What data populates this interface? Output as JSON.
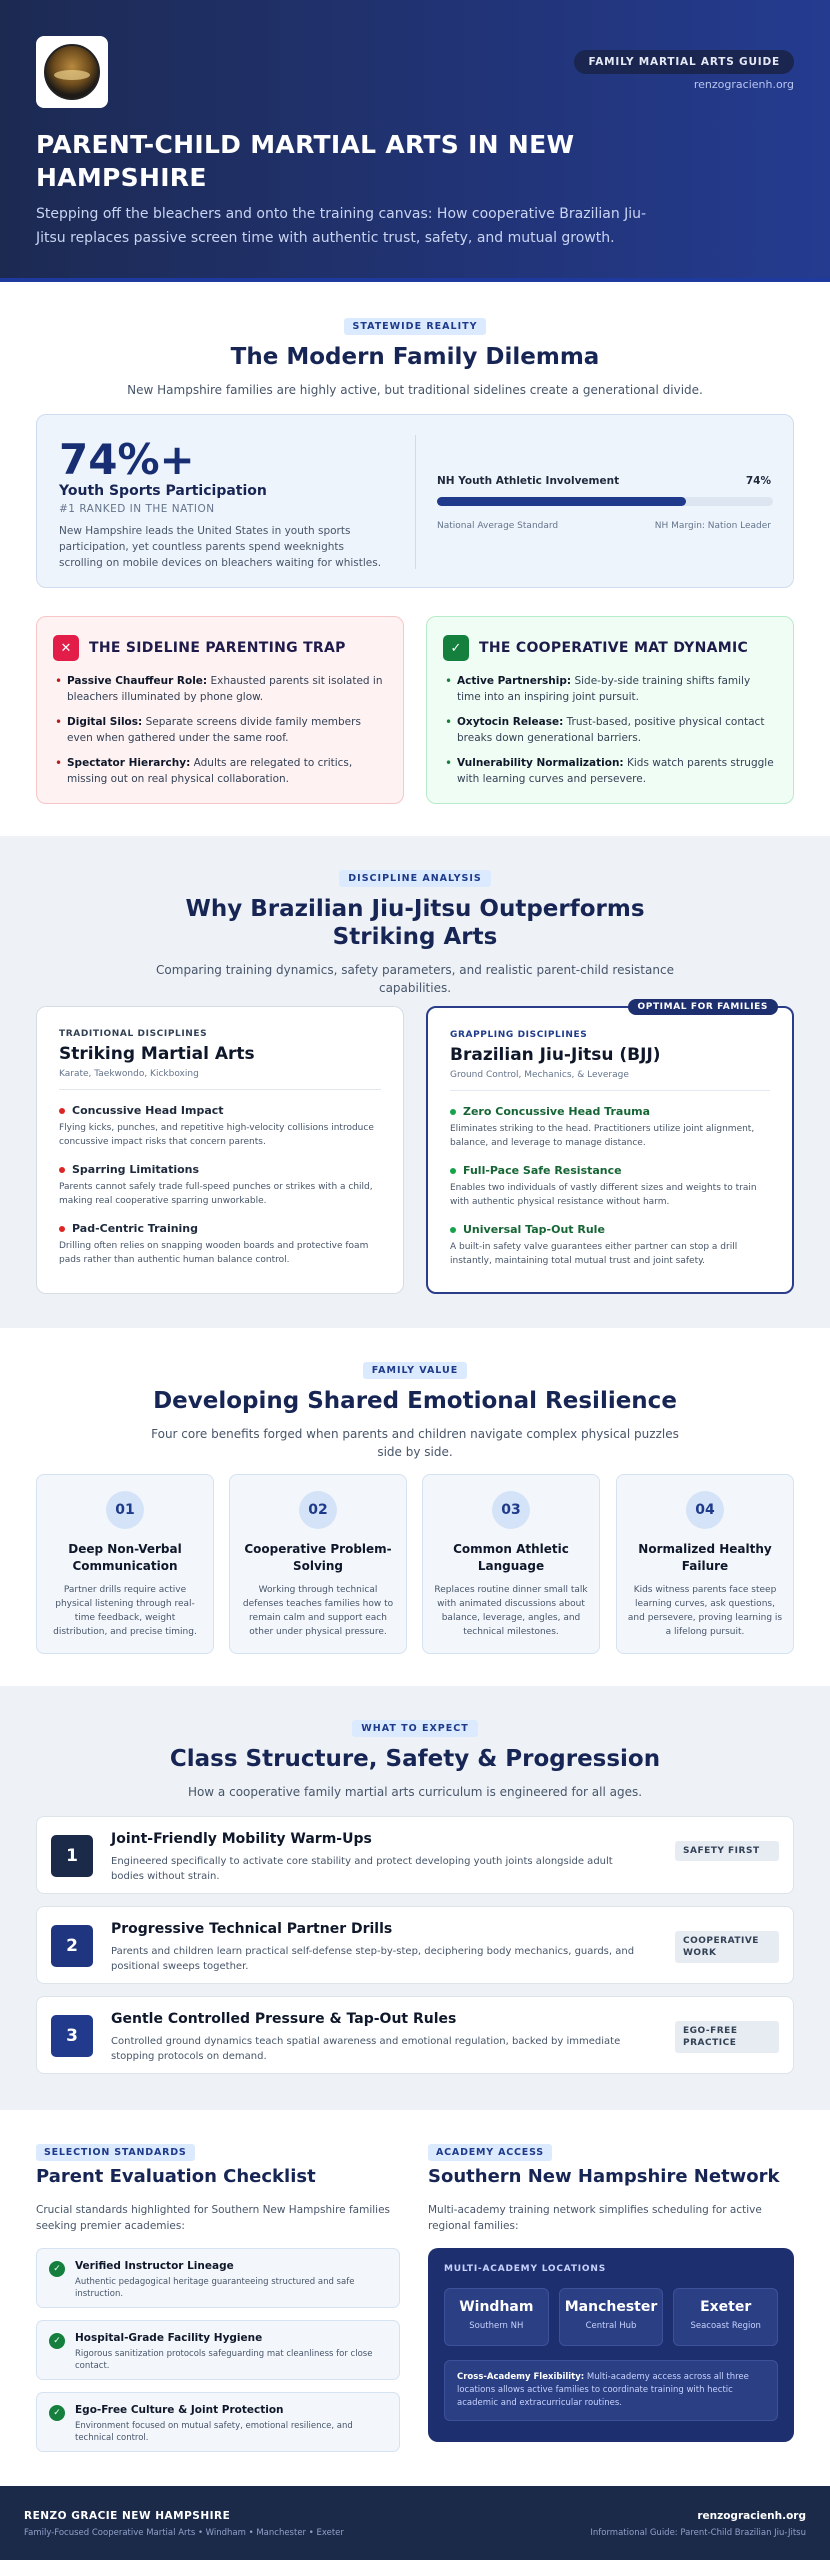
{
  "hero": {
    "badge": "FAMILY MARTIAL ARTS GUIDE",
    "site": "renzogracienh.org",
    "title": "PARENT-CHILD MARTIAL ARTS IN NEW HAMPSHIRE",
    "subtitle": "Stepping off the bleachers and onto the training canvas: How cooperative Brazilian Jiu-Jitsu replaces passive screen time with authentic trust, safety, and mutual growth."
  },
  "dilemma": {
    "pill": "STATEWIDE REALITY",
    "title": "The Modern Family Dilemma",
    "sub": "New Hampshire families are highly active, but traditional sidelines create a generational divide.",
    "stat": {
      "big": "74%+",
      "heading": "Youth Sports Participation",
      "rank": "#1 RANKED IN THE NATION",
      "desc": "New Hampshire leads the United States in youth sports participation, yet countless parents spend weeknights scrolling on mobile devices on bleachers waiting for whistles.",
      "bar_label": "NH Youth Athletic Involvement",
      "bar_value_text": "74%",
      "bar_value": 0.74,
      "bar_left": "National Average Standard",
      "bar_right": "NH Margin: Nation Leader"
    },
    "trap": {
      "icon": "close-icon",
      "title": "THE SIDELINE PARENTING TRAP",
      "items": [
        {
          "b": "Passive Chauffeur Role:",
          "t": "Exhausted parents sit isolated in bleachers illuminated by phone glow."
        },
        {
          "b": "Digital Silos:",
          "t": "Separate screens divide family members even when gathered under the same roof."
        },
        {
          "b": "Spectator Hierarchy:",
          "t": "Adults are relegated to critics, missing out on real physical collaboration."
        }
      ]
    },
    "coop": {
      "icon": "check-icon",
      "title": "THE COOPERATIVE MAT DYNAMIC",
      "items": [
        {
          "b": "Active Partnership:",
          "t": "Side-by-side training shifts family time into an inspiring joint pursuit."
        },
        {
          "b": "Oxytocin Release:",
          "t": "Trust-based, positive physical contact breaks down generational barriers."
        },
        {
          "b": "Vulnerability Normalization:",
          "t": "Kids watch parents struggle with learning curves and persevere."
        }
      ]
    }
  },
  "analysis": {
    "pill": "DISCIPLINE ANALYSIS",
    "title": "Why Brazilian Jiu-Jitsu Outperforms Striking Arts",
    "sub": "Comparing training dynamics, safety parameters, and realistic parent-child resistance capabilities.",
    "striking": {
      "kicker": "TRADITIONAL DISCIPLINES",
      "title": "Striking Martial Arts",
      "sub": "Karate, Taekwondo, Kickboxing",
      "items": [
        {
          "h": "Concussive Head Impact",
          "d": "Flying kicks, punches, and repetitive high-velocity collisions introduce concussive impact risks that concern parents."
        },
        {
          "h": "Sparring Limitations",
          "d": "Parents cannot safely trade full-speed punches or strikes with a child, making real cooperative sparring unworkable."
        },
        {
          "h": "Pad-Centric Training",
          "d": "Drilling often relies on snapping wooden boards and protective foam pads rather than authentic human balance control."
        }
      ]
    },
    "bjj": {
      "badge": "OPTIMAL FOR FAMILIES",
      "kicker": "GRAPPLING DISCIPLINES",
      "title": "Brazilian Jiu-Jitsu (BJJ)",
      "sub": "Ground Control, Mechanics, & Leverage",
      "items": [
        {
          "h": "Zero Concussive Head Trauma",
          "d": "Eliminates striking to the head. Practitioners utilize joint alignment, balance, and leverage to manage distance."
        },
        {
          "h": "Full-Pace Safe Resistance",
          "d": "Enables two individuals of vastly different sizes and weights to train with authentic physical resistance without harm."
        },
        {
          "h": "Universal Tap-Out Rule",
          "d": "A built-in safety valve guarantees either partner can stop a drill instantly, maintaining total mutual trust and joint safety."
        }
      ]
    }
  },
  "value": {
    "pill": "FAMILY VALUE",
    "title": "Developing Shared Emotional Resilience",
    "sub": "Four core benefits forged when parents and children navigate complex physical puzzles side by side.",
    "cards": [
      {
        "n": "01",
        "t": "Deep Non-Verbal Communication",
        "d": "Partner drills require active physical listening through real-time feedback, weight distribution, and precise timing."
      },
      {
        "n": "02",
        "t": "Cooperative Problem-Solving",
        "d": "Working through technical defenses teaches families how to remain calm and support each other under physical pressure."
      },
      {
        "n": "03",
        "t": "Common Athletic Language",
        "d": "Replaces routine dinner small talk with animated discussions about balance, leverage, angles, and technical milestones."
      },
      {
        "n": "04",
        "t": "Normalized Healthy Failure",
        "d": "Kids witness parents face steep learning curves, ask questions, and persevere, proving learning is a lifelong pursuit."
      }
    ]
  },
  "expect": {
    "pill": "WHAT TO EXPECT",
    "title": "Class Structure, Safety & Progression",
    "sub": "How a cooperative family martial arts curriculum is engineered for all ages.",
    "steps": [
      {
        "n": "1",
        "t": "Joint-Friendly Mobility Warm-Ups",
        "d": "Engineered specifically to activate core stability and protect developing youth joints alongside adult bodies without strain.",
        "tag": "SAFETY FIRST"
      },
      {
        "n": "2",
        "t": "Progressive Technical Partner Drills",
        "d": "Parents and children learn practical self-defense step-by-step, deciphering body mechanics, guards, and positional sweeps together.",
        "tag": "COOPERATIVE WORK"
      },
      {
        "n": "3",
        "t": "Gentle Controlled Pressure & Tap-Out Rules",
        "d": "Controlled ground dynamics teach spatial awareness and emotional regulation, backed by immediate stopping protocols on demand.",
        "tag": "EGO-FREE PRACTICE"
      }
    ]
  },
  "checklist": {
    "pill": "SELECTION STANDARDS",
    "title": "Parent Evaluation Checklist",
    "sub": "Crucial standards highlighted for Southern New Hampshire families seeking premier academies:",
    "items": [
      {
        "t": "Verified Instructor Lineage",
        "d": "Authentic pedagogical heritage guaranteeing structured and safe instruction."
      },
      {
        "t": "Hospital-Grade Facility Hygiene",
        "d": "Rigorous sanitization protocols safeguarding mat cleanliness for close contact."
      },
      {
        "t": "Ego-Free Culture & Joint Protection",
        "d": "Environment focused on mutual safety, emotional resilience, and technical control."
      }
    ]
  },
  "network": {
    "pill": "ACADEMY ACCESS",
    "title": "Southern New Hampshire Network",
    "sub": "Multi-academy training network simplifies scheduling for active regional families:",
    "heading": "MULTI-ACADEMY LOCATIONS",
    "locations": [
      {
        "n": "Windham",
        "r": "Southern NH"
      },
      {
        "n": "Manchester",
        "r": "Central Hub"
      },
      {
        "n": "Exeter",
        "r": "Seacoast Region"
      }
    ],
    "note_b": "Cross-Academy Flexibility:",
    "note_t": "Multi-academy access across all three locations allows active families to coordinate training with hectic academic and extracurricular routines."
  },
  "footer": {
    "brand": "RENZO GRACIE NEW HAMPSHIRE",
    "tagline": "Family-Focused Cooperative Martial Arts • Windham • Manchester • Exeter",
    "site": "renzogracienh.org",
    "guide": "Informational Guide: Parent-Child Brazilian Jiu-Jitsu"
  },
  "colors": {
    "navy": "#1c2a52",
    "accent": "#1f3a8a",
    "red": "#e11d48",
    "green": "#15803d"
  }
}
